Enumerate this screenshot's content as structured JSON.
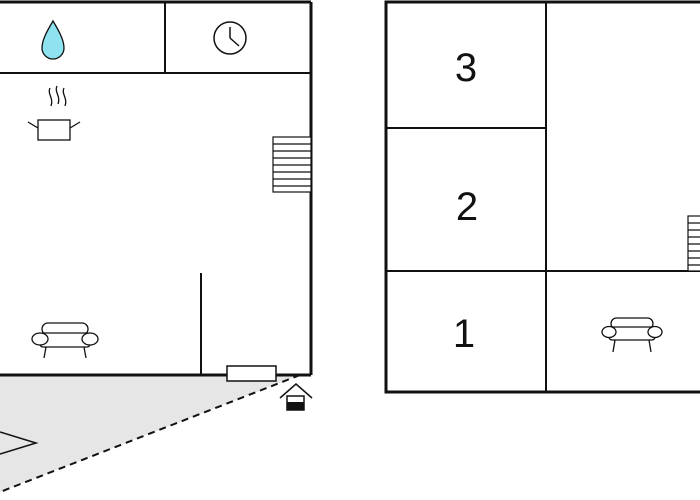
{
  "floor_plan": {
    "rooms": [
      {
        "label": "3"
      },
      {
        "label": "2"
      },
      {
        "label": "1"
      }
    ],
    "icons": {
      "water": "water-drop-icon",
      "clock": "clock-icon",
      "cooking": "cooking-pot-icon",
      "sofa_ground": "sofa-icon",
      "sofa_upper": "sofa-icon",
      "stairs_ground": "stairs-icon",
      "stairs_upper": "stairs-icon",
      "entrance": "house-entrance-icon",
      "terrace": "terrace-icon"
    },
    "colors": {
      "wall": "#111111",
      "water": "#8fe3f0",
      "terrace": "#e6e6e6"
    }
  }
}
